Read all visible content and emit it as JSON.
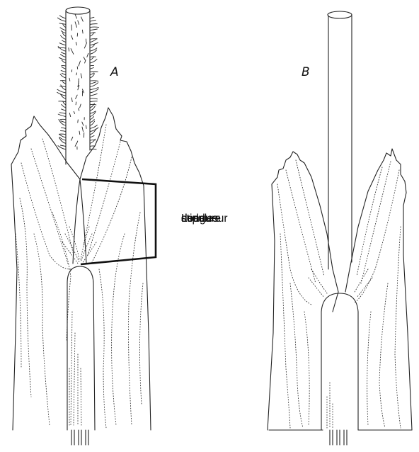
{
  "figure": {
    "panels": [
      {
        "label": "A",
        "stem": "hairy"
      },
      {
        "label": "B",
        "stem": "glabrous"
      }
    ],
    "annotation": {
      "lines": [
        "Longueur",
        "de la",
        "soudure",
        "des",
        "stipules"
      ]
    },
    "colors": {
      "ink": "#222222",
      "background": "#ffffff"
    }
  }
}
